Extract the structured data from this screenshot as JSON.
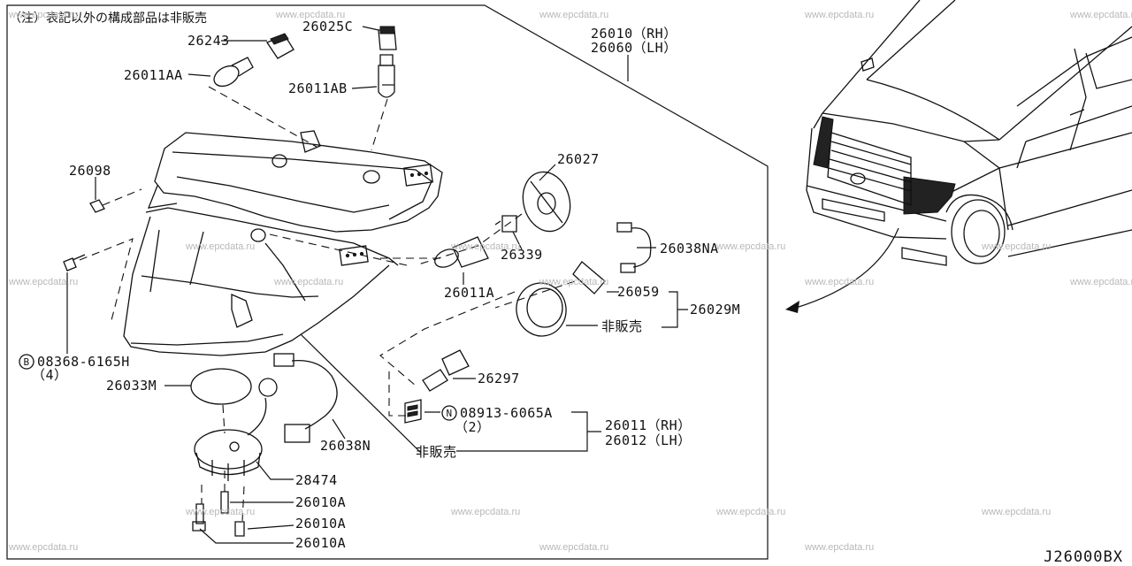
{
  "note": "（注）表記以外の構成部品は非販売",
  "diagram_code": "J26000BX",
  "watermarks": [
    "www.epcdata.ru"
  ],
  "labels": {
    "p26243": "26243",
    "p26025C": "26025C",
    "p26011AA": "26011AA",
    "p26011AB": "26011AB",
    "p26010rh": "26010（RH）",
    "p26060lh": "26060（LH）",
    "p26098": "26098",
    "p26027": "26027",
    "p26339": "26339",
    "p26038NA": "26038NA",
    "p26011A": "26011A",
    "p26059": "26059",
    "p26029M": "26029M",
    "hihanbai1": "非販売",
    "p08368": "08368-6165H",
    "p08368_qty": "（4）",
    "p08368_prefix": "B",
    "p26033M": "26033M",
    "p26297": "26297",
    "p08913": "08913-6065A",
    "p08913_qty": "（2）",
    "p08913_prefix": "N",
    "p26011rh": "26011（RH）",
    "p26012lh": "26012（LH）",
    "p26038N": "26038N",
    "hihanbai2": "非販売",
    "p28474": "28474",
    "p26010A_1": "26010A",
    "p26010A_2": "26010A",
    "p26010A_3": "26010A"
  }
}
